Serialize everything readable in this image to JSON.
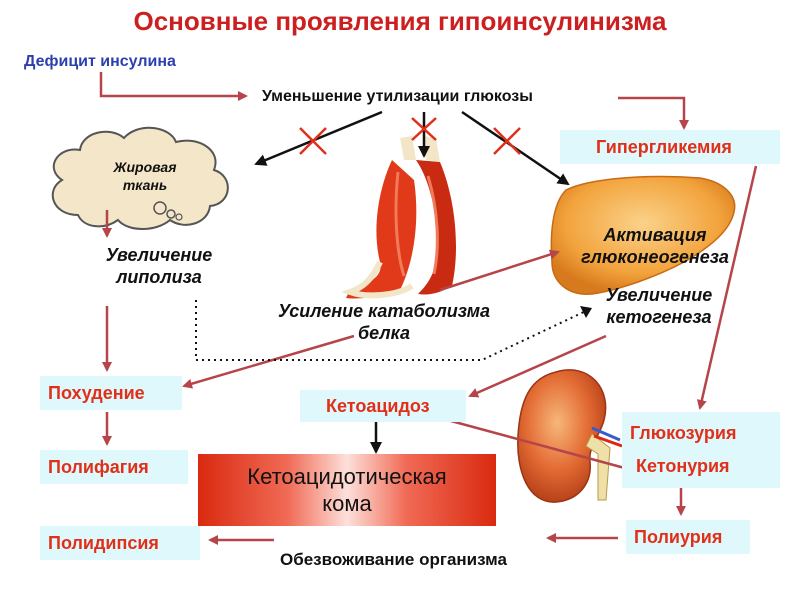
{
  "title": "Основные проявления гипоинсулинизма",
  "deficit": "Дефицит инсулина",
  "glucose_use": "Уменьшение утилизации глюкозы",
  "fat_line1": "Жировая",
  "fat_line2": "ткань",
  "lipolysis_line1": "Увеличение",
  "lipolysis_line2": "липолиза",
  "protein_line1": "Усиление катаболизма",
  "protein_line2": "белка",
  "gluconeo_line1": "Активация",
  "gluconeo_line2": "глюконеогенеза",
  "keto_line1": "Увеличение",
  "keto_line2": "кетогенеза",
  "hyperglycemia": "Гипергликемия",
  "weight_loss": "Похудение",
  "polyphagia": "Полифагия",
  "polydipsia": "Полидипсия",
  "ketoacidosis": "Кетоацидоз",
  "coma_line1": "Кетоацидотическая",
  "coma_line2": "кома",
  "glucosuria": "Глюкозурия",
  "ketonuria": "Кетонурия",
  "polyuria": "Полиурия",
  "dehydration": "Обезвоживание организма",
  "colors": {
    "title": "#cc1f1f",
    "box_bg": "#dff8fb",
    "box_text": "#e0301a",
    "arrow": "#b5454a",
    "deficit_text": "#2a3fb0"
  },
  "icons": [
    "cloud-icon",
    "muscle-icon",
    "liver-icon",
    "kidney-icon"
  ]
}
